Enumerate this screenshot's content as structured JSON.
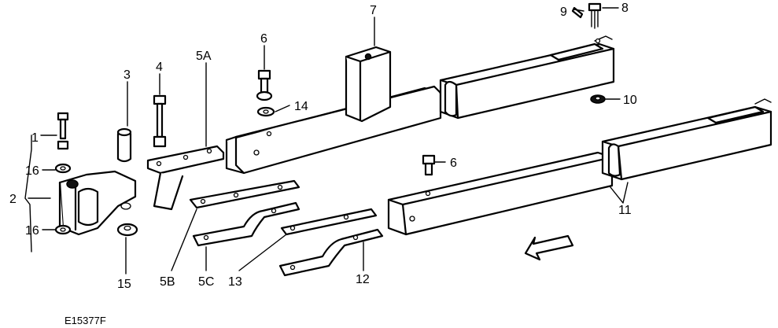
{
  "figure_id": "E15377F",
  "callouts": {
    "c1": "1",
    "c2": "2",
    "c3": "3",
    "c4": "4",
    "c5a": "5A",
    "c5b": "5B",
    "c5c": "5C",
    "c6a": "6",
    "c6b": "6",
    "c7": "7",
    "c8": "8",
    "c9": "9",
    "c10": "10",
    "c11": "11",
    "c12": "12",
    "c13": "13",
    "c14": "14",
    "c15": "15",
    "c16a": "16",
    "c16b": "16"
  }
}
